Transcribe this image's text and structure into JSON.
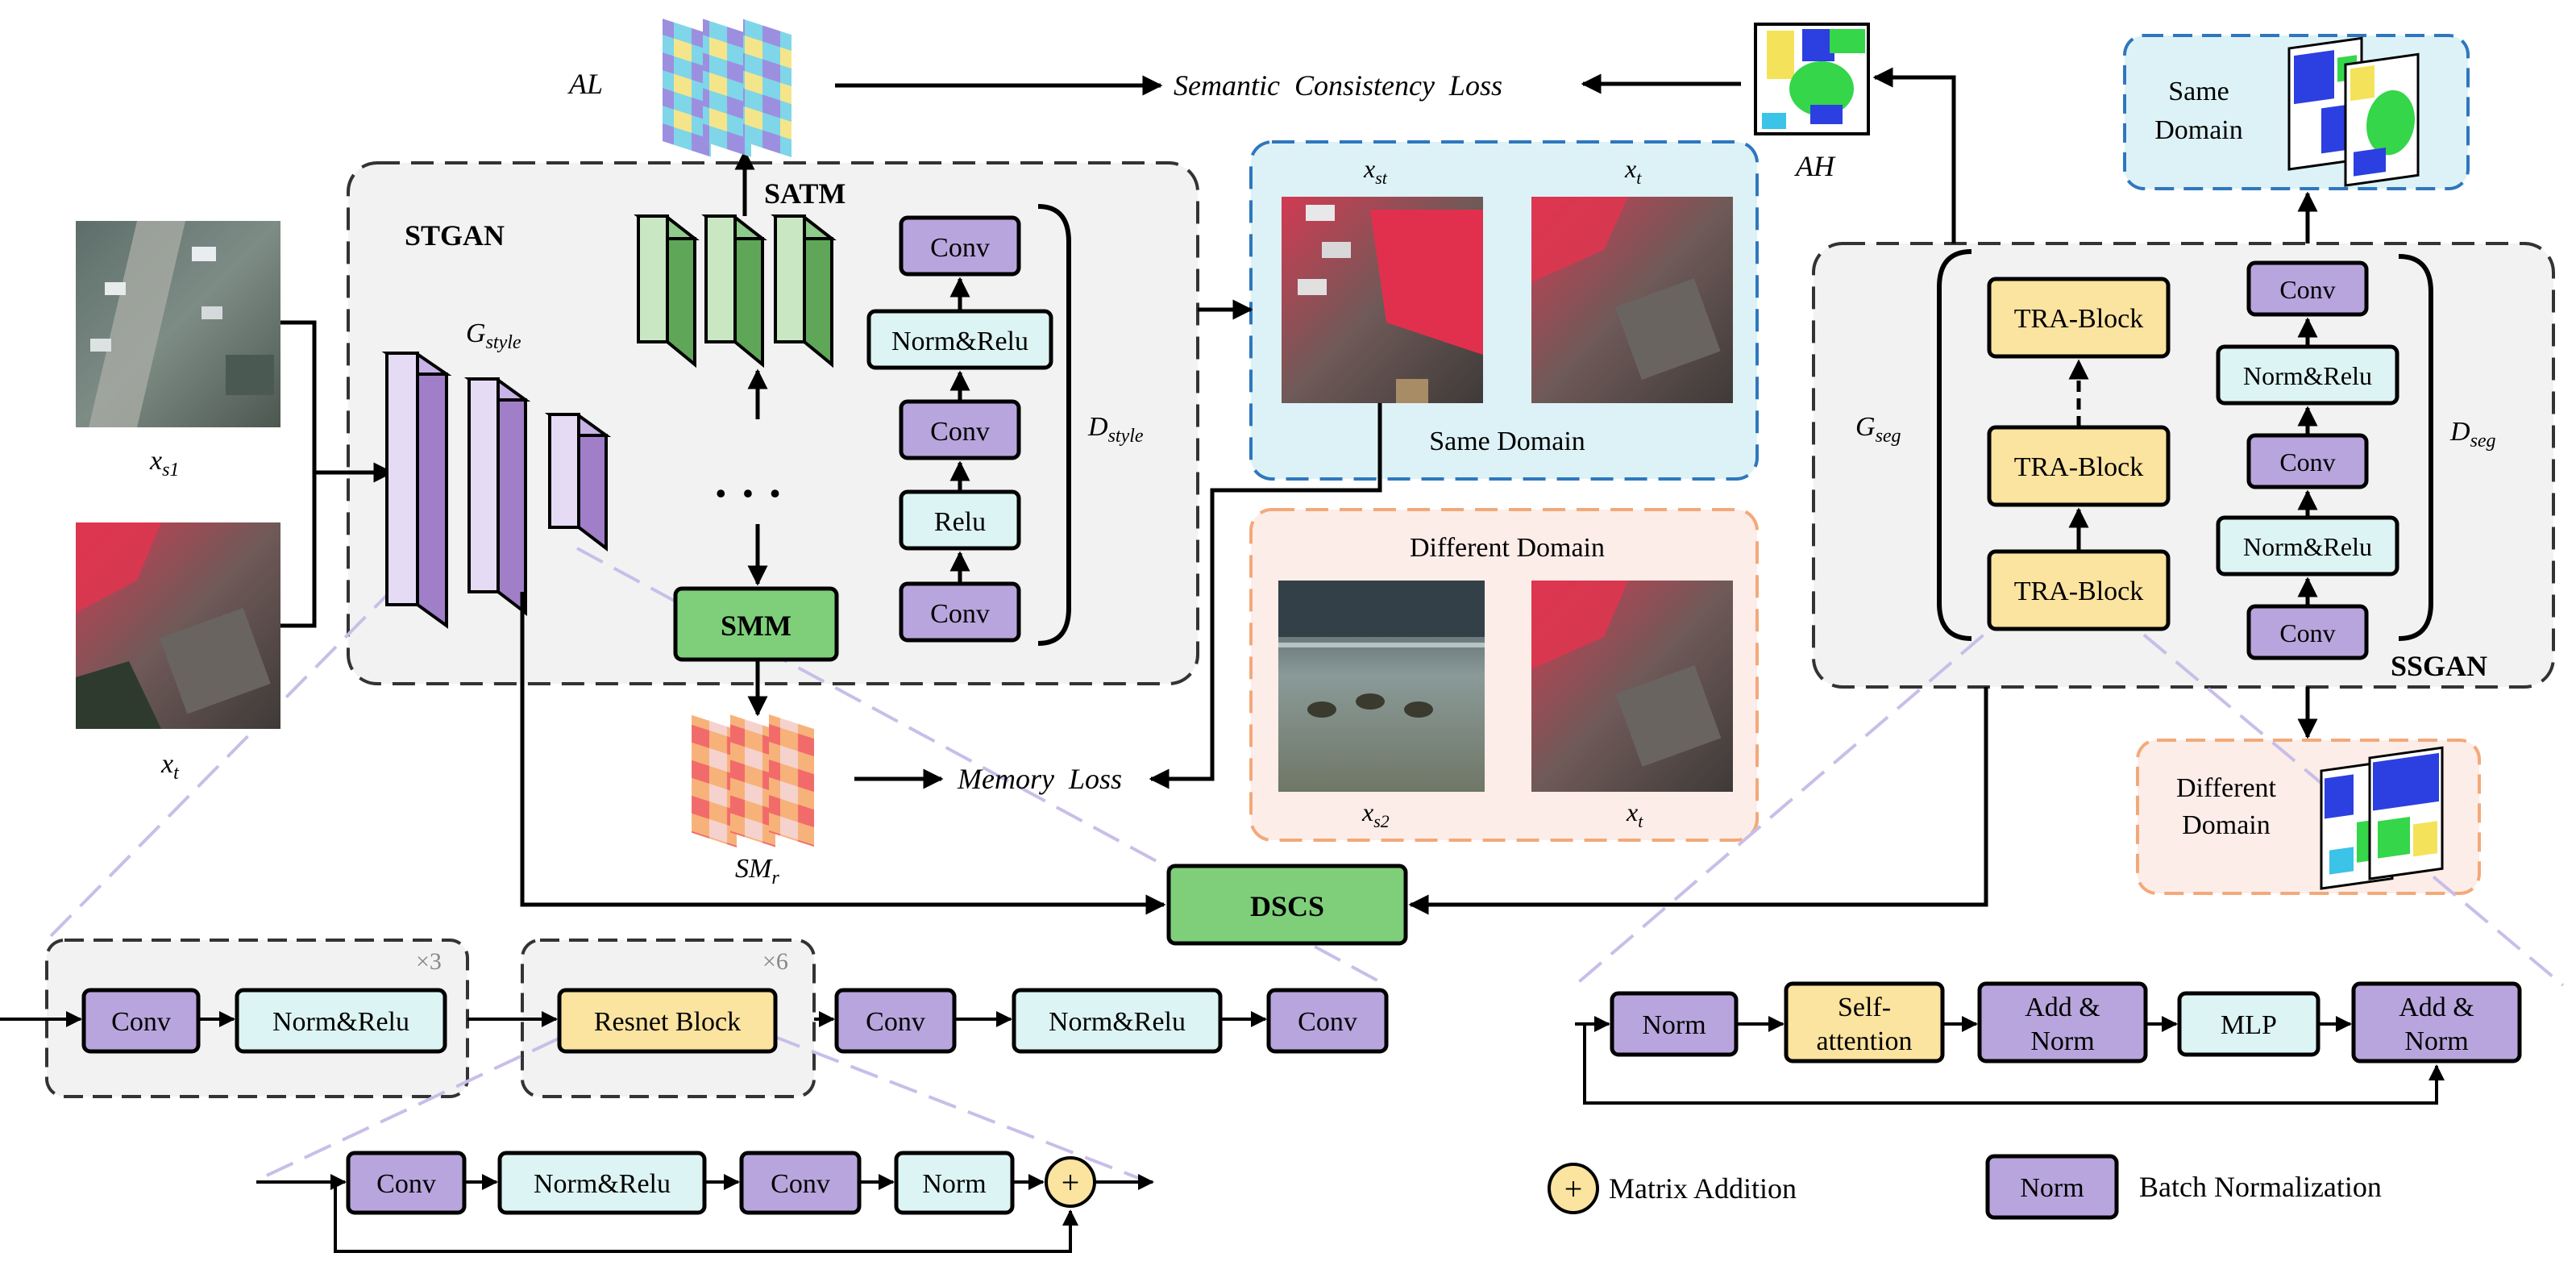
{
  "stgan": {
    "title": "STGAN",
    "g_style": "G",
    "g_style_sub": "style",
    "satm": "SATM",
    "smm": "SMM",
    "d_style": "D",
    "d_style_sub": "style",
    "d_blocks": [
      "Conv",
      "Norm&Relu",
      "Conv",
      "Relu",
      "Conv"
    ],
    "dots": "• • •"
  },
  "inputs": {
    "xs1": "x",
    "xs1_sub": "s1",
    "xt": "x",
    "xt_sub": "t"
  },
  "al": {
    "label": "AL",
    "loss": "Semantic  Consistency  Loss"
  },
  "smr": {
    "label": "SM",
    "label_sub": "r",
    "loss": "Memory  Loss"
  },
  "ah": {
    "label": "AH"
  },
  "same_domain_panel": {
    "xst": "x",
    "xst_sub": "st",
    "xt": "x",
    "xt_sub": "t",
    "caption": "Same Domain"
  },
  "different_domain_panel": {
    "caption": "Different Domain",
    "xs2": "x",
    "xs2_sub": "s2",
    "xt": "x",
    "xt_sub": "t"
  },
  "ssgan": {
    "title": "SSGAN",
    "g_seg": "G",
    "g_seg_sub": "seg",
    "d_seg": "D",
    "d_seg_sub": "seg",
    "tra_blocks": [
      "TRA-Block",
      "TRA-Block",
      "TRA-Block"
    ],
    "d_blocks": [
      "Conv",
      "Norm&Relu",
      "Conv",
      "Norm&Relu",
      "Conv"
    ]
  },
  "right_same": {
    "line1": "Same",
    "line2": "Domain"
  },
  "right_diff": {
    "line1": "Different",
    "line2": "Domain"
  },
  "dscs": "DSCS",
  "generator_row": {
    "blocks": [
      "Conv",
      "Norm&Relu",
      "Resnet Block",
      "Conv",
      "Norm&Relu",
      "Conv"
    ],
    "repeat_a": "×3",
    "repeat_b": "×6"
  },
  "resnet_row": {
    "blocks": [
      "Conv",
      "Norm&Relu",
      "Conv",
      "Norm"
    ],
    "plus": "+"
  },
  "transformer_row": {
    "blocks": [
      "Norm",
      "Self-",
      "attention",
      "Add &",
      "Norm",
      "MLP",
      "Add &",
      "Norm"
    ]
  },
  "legend": {
    "plus": "+",
    "matrix_addition": "Matrix Addition",
    "norm": "Norm",
    "batch_normalization": "Batch Normalization"
  },
  "colors": {
    "purple": "#B8A5DD",
    "cyan": "#DCF4F3",
    "yellow": "#FBE3A0",
    "green": "#7FCF7A",
    "green_light": "#C9E7C2",
    "gray_panel": "#F2F2F2",
    "blue_panel": "#DDF2F7",
    "pink_panel": "#FDEDE8",
    "blue_dash": "#2F77BD",
    "orange_dash": "#F2A97A",
    "lavender": "#C9BEE8"
  }
}
